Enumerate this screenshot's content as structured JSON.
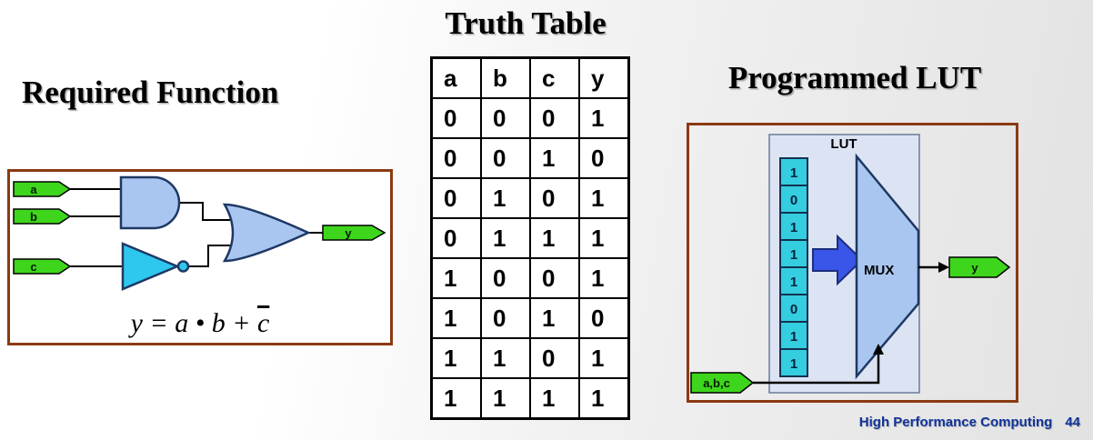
{
  "titles": {
    "truth_table": "Truth Table",
    "required_function": "Required Function",
    "programmed_lut": "Programmed LUT"
  },
  "circuit": {
    "inputs": [
      "a",
      "b",
      "c"
    ],
    "output": "y",
    "equation_main": "y = a • b + ",
    "equation_complement": "c"
  },
  "truth_table": {
    "headers": [
      "a",
      "b",
      "c",
      "y"
    ],
    "rows": [
      [
        "0",
        "0",
        "0",
        "1"
      ],
      [
        "0",
        "0",
        "1",
        "0"
      ],
      [
        "0",
        "1",
        "0",
        "1"
      ],
      [
        "0",
        "1",
        "1",
        "1"
      ],
      [
        "1",
        "0",
        "0",
        "1"
      ],
      [
        "1",
        "0",
        "1",
        "0"
      ],
      [
        "1",
        "1",
        "0",
        "1"
      ],
      [
        "1",
        "1",
        "1",
        "1"
      ]
    ]
  },
  "lut": {
    "label": "LUT",
    "mux_label": "MUX",
    "values": [
      "1",
      "0",
      "1",
      "1",
      "1",
      "0",
      "1",
      "1"
    ],
    "input_label": "a,b,c",
    "output_label": "y"
  },
  "footer": {
    "text": "High Performance Computing",
    "page": "44"
  },
  "colors": {
    "input_tag_green": "#3ed61c",
    "gate_fill_blue": "#a9c6f0",
    "gate_stroke_navy": "#1f3864",
    "not_gate_cyan": "#2ec8ef",
    "lut_cell_cyan": "#35cde0",
    "lut_panel_blue": "#dce4f4",
    "block_arrow_blue": "#3a56e8",
    "box_border_brown": "#8a3a12",
    "footer_blue": "#113399"
  }
}
